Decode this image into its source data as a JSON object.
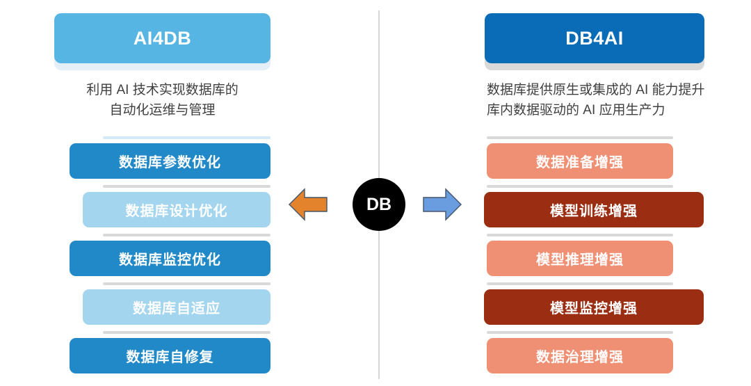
{
  "center": {
    "node_label": "DB",
    "left_arrow_icon": "arrow-left-icon",
    "right_arrow_icon": "arrow-right-icon",
    "left_arrow_color": "#e3842c",
    "right_arrow_color": "#6a9de0",
    "node_color": "#000000"
  },
  "left_column": {
    "title": "AI4DB",
    "title_color": "#57b5e3",
    "description": "利用 AI 技术实现数据库的\n自动化运维与管理",
    "items": [
      {
        "label": "数据库参数优化",
        "variant": "blue-dark"
      },
      {
        "label": "数据库设计优化",
        "variant": "blue-light"
      },
      {
        "label": "数据库监控优化",
        "variant": "blue-dark"
      },
      {
        "label": "数据库自适应",
        "variant": "blue-light"
      },
      {
        "label": "数据库自修复",
        "variant": "blue-dark"
      }
    ]
  },
  "right_column": {
    "title": "DB4AI",
    "title_color": "#0a6cb6",
    "description": "数据库提供原生或集成的 AI 能力提升\n库内数据驱动的 AI 应用生产力",
    "items": [
      {
        "label": "数据准备增强",
        "variant": "red-light"
      },
      {
        "label": "模型训练增强",
        "variant": "red-dark"
      },
      {
        "label": "模型推理增强",
        "variant": "red-light"
      },
      {
        "label": "模型监控增强",
        "variant": "red-dark"
      },
      {
        "label": "数据治理增强",
        "variant": "red-light"
      }
    ]
  }
}
